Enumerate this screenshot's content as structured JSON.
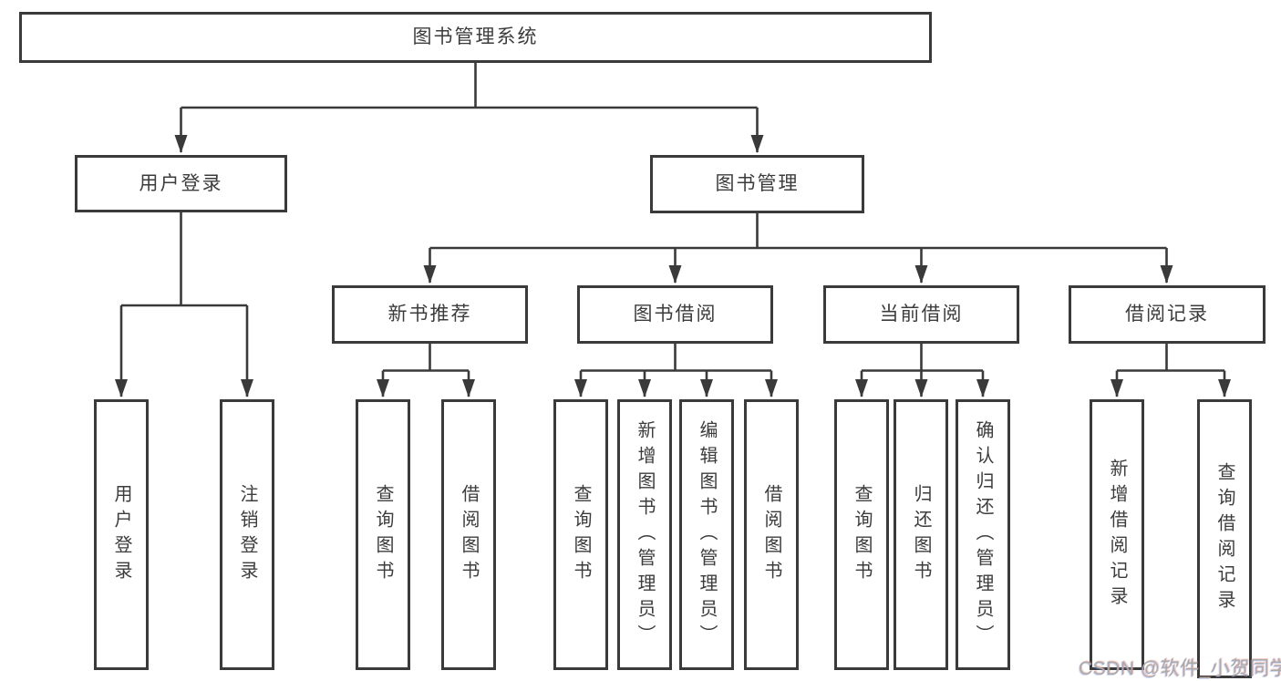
{
  "tree": {
    "root": "图书管理系统",
    "login": {
      "label": "用户登录",
      "leaves": [
        "用户登录",
        "注销登录"
      ]
    },
    "manage": {
      "label": "图书管理",
      "groups": [
        {
          "label": "新书推荐",
          "leaves": [
            "查询图书",
            "借阅图书"
          ]
        },
        {
          "label": "图书借阅",
          "leaves": [
            "查询图书",
            "新增图书（管理员）",
            "编辑图书（管理员）",
            "借阅图书"
          ]
        },
        {
          "label": "当前借阅",
          "leaves": [
            "查询图书",
            "归还图书",
            "确认归还（管理员）"
          ]
        },
        {
          "label": "借阅记录",
          "leaves": [
            "新增借阅记录",
            "查询借阅记录"
          ]
        }
      ]
    }
  },
  "watermark": {
    "text": "CSDN @软件_小贺同学"
  },
  "colors": {
    "line": "#3a3a3a",
    "text": "#3c3c3c",
    "watermark": "#aaaaaa",
    "bg": "#ffffff"
  }
}
